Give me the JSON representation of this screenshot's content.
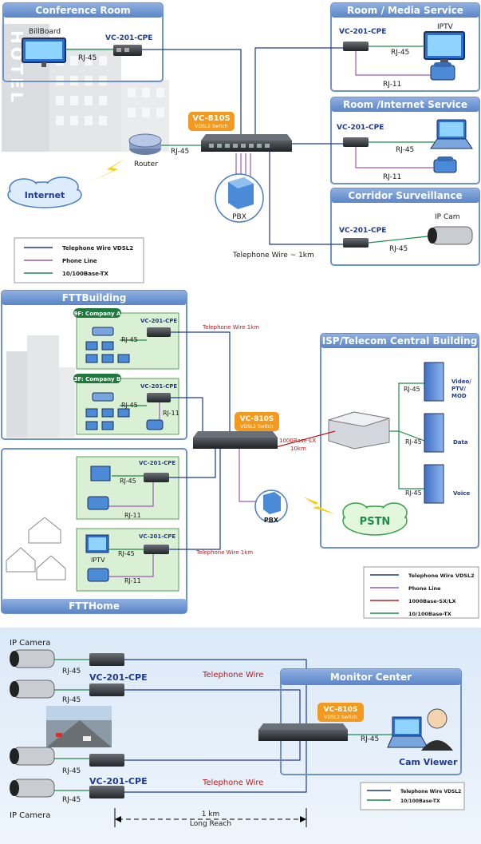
{
  "section1": {
    "conference": {
      "title": "Conference Room",
      "hotel": "HOTEL",
      "billboard": "BillBoard",
      "cpe": "VC-201-CPE",
      "rj45": "RJ-45"
    },
    "media": {
      "title": "Room / Media Service",
      "cpe": "VC-201-CPE",
      "iptv": "IPTV",
      "rj45": "RJ-45",
      "rj11": "RJ-11"
    },
    "internet_service": {
      "title": "Room /Internet Service",
      "cpe": "VC-201-CPE",
      "rj45": "RJ-45",
      "rj11": "RJ-11"
    },
    "corridor": {
      "title": "Corridor Surveillance",
      "cpe": "VC-201-CPE",
      "ipcam": "IP Cam",
      "rj45": "RJ-45"
    },
    "switch": {
      "name": "VC-810S",
      "sub": "VDSL2 Switch"
    },
    "router": "Router",
    "router_rj45": "RJ-45",
    "internet": "Internet",
    "pbx": "PBX",
    "tel_wire": "Telephone Wire ~ 1km",
    "legend": [
      {
        "label": "Telephone Wire VDSL2",
        "color": "#1f3a93"
      },
      {
        "label": "Phone Line",
        "color": "#9b59b6"
      },
      {
        "label": "10/100Base-TX",
        "color": "#1e8a4c"
      }
    ]
  },
  "section2": {
    "ftt_building": {
      "title": "FTTBuilding",
      "company_a": "9F: Company A",
      "company_b": "3F: Company B",
      "cpe_a": "VC-201-CPE",
      "cpe_b": "VC-201-CPE",
      "rj45_a": "RJ-45",
      "rj45_b": "RJ-45",
      "rj11_b": "RJ-11"
    },
    "ftt_home": {
      "title": "FTTHome",
      "cpe_1": "VC-201-CPE",
      "cpe_2": "VC-201-CPE",
      "rj45_1": "RJ-45",
      "rj11_1": "RJ-11",
      "iptv": "IPTV",
      "rj45_2": "RJ-45",
      "rj11_2": "RJ-11"
    },
    "isp": {
      "title": "ISP/Telecom Central Building",
      "rj45_1": "RJ-45",
      "rj45_2": "RJ-45",
      "rj45_3": "RJ-45",
      "video": [
        "Video/",
        "PTV/",
        "MOD"
      ],
      "data": "Data",
      "voice": "Voice"
    },
    "switch": {
      "name": "VC-810S",
      "sub": "VDSL2 Switch"
    },
    "tel_wire_top": "Telephone Wire 1km",
    "tel_wire_bottom": "Telephone Wire 1km",
    "fiber": [
      "1000Base-LX",
      "10km"
    ],
    "pbx": "PBX",
    "pstn": "PSTN",
    "legend": [
      {
        "label": "Telephone Wire VDSL2",
        "color": "#1f3a93"
      },
      {
        "label": "Phone Line",
        "color": "#9b59b6"
      },
      {
        "label": "1000Base-SX/LX",
        "color": "#c0181b"
      },
      {
        "label": "10/100Base-TX",
        "color": "#1e8a4c"
      }
    ]
  },
  "section3": {
    "ip_camera_top": "IP Camera",
    "ip_camera_bottom": "IP Camera",
    "rj45": [
      "RJ-45",
      "RJ-45",
      "RJ-45",
      "RJ-45"
    ],
    "cpe_top": "VC-201-CPE",
    "cpe_bottom": "VC-201-CPE",
    "tel_wire_top": "Telephone Wire",
    "tel_wire_bottom": "Telephone Wire",
    "monitor_center": "Monitor Center",
    "switch": {
      "name": "VC-810S",
      "sub": "VDSL2 Switch"
    },
    "viewer_rj45": "RJ-45",
    "cam_viewer": "Cam Viewer",
    "reach": [
      "1 km",
      "Long Reach"
    ],
    "legend": [
      {
        "label": "Telephone Wire VDSL2",
        "color": "#1f3a93"
      },
      {
        "label": "10/100Base-TX",
        "color": "#1e8a4c"
      }
    ]
  }
}
